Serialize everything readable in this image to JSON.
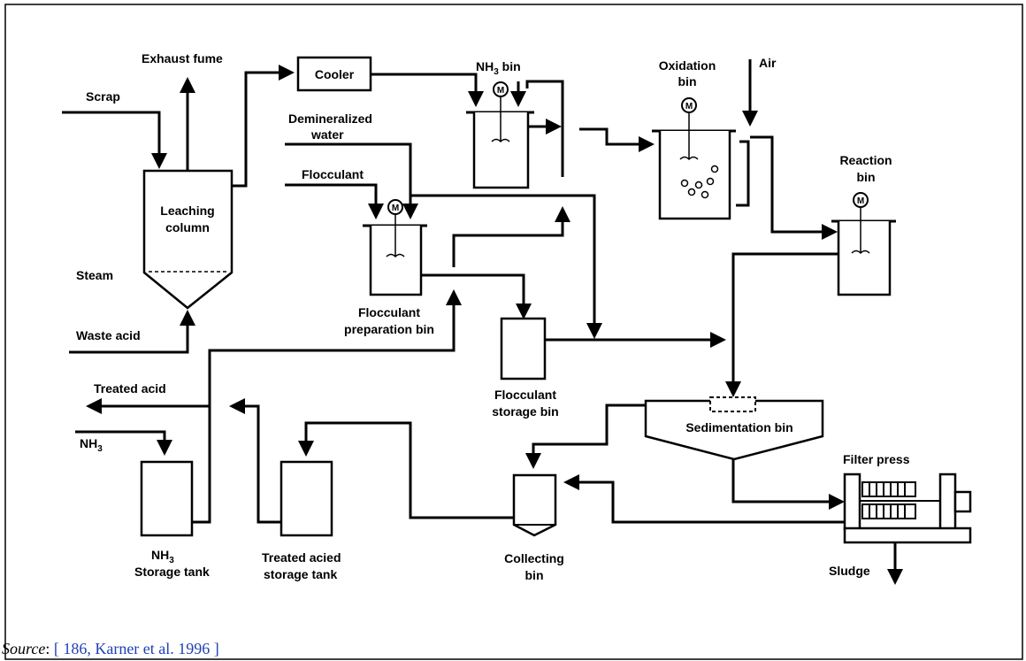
{
  "labels": {
    "exhaust_fume": "Exhaust fume",
    "cooler": "Cooler",
    "nh3_bin": "NH",
    "nh3_bin_sub": "3",
    "nh3_bin_tail": " bin",
    "oxidation_bin_1": "Oxidation",
    "oxidation_bin_2": "bin",
    "air": "Air",
    "scrap": "Scrap",
    "demin_water_1": "Demineralized",
    "demin_water_2": "water",
    "flocculant": "Flocculant",
    "leaching_1": "Leaching",
    "leaching_2": "column",
    "reaction_bin_1": "Reaction",
    "reaction_bin_2": "bin",
    "steam": "Steam",
    "waste_acid": "Waste acid",
    "floc_prep_1": "Flocculant",
    "floc_prep_2": "preparation bin",
    "treated_acid": "Treated acid",
    "nh3": "NH",
    "nh3_sub": "3",
    "floc_storage_1": "Flocculant",
    "floc_storage_2": "storage bin",
    "sedimentation": "Sedimentation bin",
    "filter_press": "Filter press",
    "nh3_storage_1": "NH",
    "nh3_storage_1_sub": "3",
    "nh3_storage_2": "Storage tank",
    "treated_storage_1": "Treated acied",
    "treated_storage_2": "storage tank",
    "collecting_1": "Collecting",
    "collecting_2": "bin",
    "sludge": "Sludge",
    "motor": "M"
  },
  "source": {
    "prefix": "Source",
    "colon": ": ",
    "citation": "[ 186, Karner et al. 1996 ]"
  }
}
